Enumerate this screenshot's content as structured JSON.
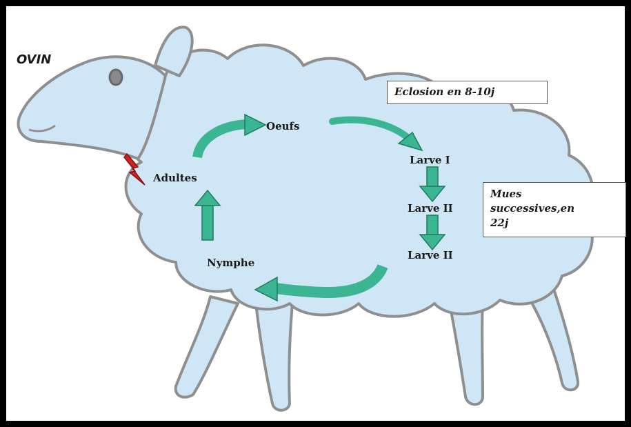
{
  "title": "OVIN",
  "stages": {
    "oeufs": "Oeufs",
    "larve1": "Larve I",
    "larve2a": "Larve II",
    "larve2b": "Larve II",
    "nymphe": "Nymphe",
    "adultes": "Adultes"
  },
  "notes": {
    "eclosion": "Eclosion en 8-10j",
    "mues": [
      "Mues",
      "successives,en",
      "22j"
    ]
  },
  "colors": {
    "sheep_fill": "#cfe6f7",
    "sheep_outline": "#8f8f8f",
    "arrow_fill": "#3cb592",
    "arrow_stroke": "#1f7a5e",
    "bite_mark": "#cc2222"
  }
}
